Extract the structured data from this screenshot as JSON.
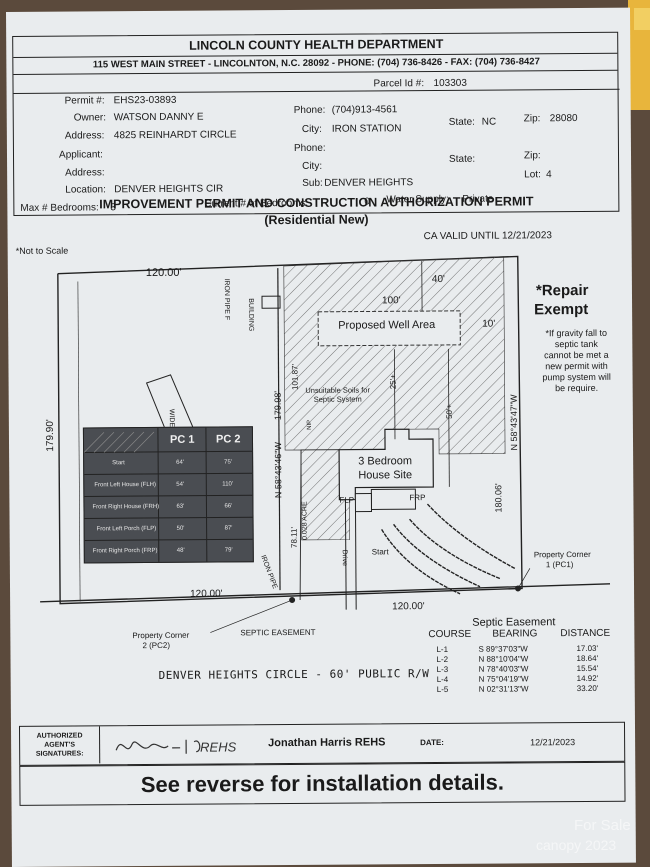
{
  "header": {
    "department": "LINCOLN COUNTY HEALTH DEPARTMENT",
    "address_line": "115 WEST MAIN STREET - LINCOLNTON, N.C. 28092 - PHONE: (704) 736-8426 - FAX: (704) 736-8427"
  },
  "permit": {
    "permit_label": "Permit #:",
    "permit_no": "EHS23-03893",
    "parcel_label": "Parcel Id #:",
    "parcel_no": "103303",
    "owner_label": "Owner:",
    "owner": "WATSON DANNY E",
    "phone_label": "Phone:",
    "phone": "(704)913-4561",
    "address_label": "Address:",
    "address": "4825 REINHARDT CIRCLE",
    "city_label": "City:",
    "city": "IRON STATION",
    "state_label": "State:",
    "state": "NC",
    "zip_label": "Zip:",
    "zip": "28080",
    "applicant_label": "Applicant:",
    "phone2_label": "Phone:",
    "address2_label": "Address:",
    "city2_label": "City:",
    "state2_label": "State:",
    "zip2_label": "Zip:",
    "location_label": "Location:",
    "location": "DENVER HEIGHTS CIR",
    "sub_label": "Sub:",
    "sub": "DENVER HEIGHTS",
    "lot_label": "Lot:",
    "lot": "4",
    "max_bed_label": "Max # Bedrooms:",
    "max_bed": "3",
    "cur_bed_label": "Current # of Bedrooms:",
    "cur_bed": "0",
    "water_label": "Water Supply:",
    "water": "Private"
  },
  "title": {
    "main": "IMPROVEMENT PERMIT AND CONSTRUCTION AUTHORIZATION PERMIT",
    "sub": "(Residential New)"
  },
  "site": {
    "not_to_scale": "*Not to Scale",
    "ca_valid": "CA VALID UNTIL 12/21/2023",
    "top_dim": "120.00'",
    "bottom_dim_left": "120.00'",
    "bottom_dim_right": "120.00'",
    "left_dim": "179.90'",
    "right_dim": "180.06'",
    "iron_pipe": "IRON PIPE F",
    "iron_pipe2": "IRON PIPE",
    "building": "BUILDING",
    "repair_exempt_1": "*Repair",
    "repair_exempt_2": "Exempt",
    "gravity_note": [
      "*If gravity fall to",
      "septic tank",
      "cannot be met a",
      "new permit with",
      "pump system will",
      "be require."
    ],
    "well_area": "Proposed Well Area",
    "dim_40": "40'",
    "dim_100": "100'",
    "dim_10": "10'",
    "dim_25": "25'+",
    "dim_50": "50'+",
    "unsuitable": "Unsuitable Soils for Septic System",
    "house_1": "3 Bedroom",
    "house_2": "House Site",
    "flp": "FLP",
    "frp": "FRP",
    "start": "Start",
    "bearing_n_left": "N 58°43'46\"W",
    "dim_179": "179.98'",
    "dim_101": "101.87'",
    "bearing_n_right": "N 58°43'47\"W",
    "dim_78": "78.11'",
    "acre": "0.028 ACRE",
    "drive": "Drive",
    "nip": "NIP",
    "pc1_1": "Property Corner",
    "pc1_2": "1 (PC1)",
    "pc2_1": "Property Corner",
    "pc2_2": "2 (PC2)",
    "septic_easement": "SEPTIC EASEMENT",
    "septic_easement_title": "Septic Easement",
    "road": "DENVER HEIGHTS CIRCLE - 60' PUBLIC R/W",
    "wide": "WIDE"
  },
  "pc_table": {
    "headers": [
      "PC 1",
      "PC 2"
    ],
    "rows": [
      {
        "label": "Start",
        "pc1": "64'",
        "pc2": "75'"
      },
      {
        "label": "Front Left House (FLH)",
        "pc1": "54'",
        "pc2": "110'"
      },
      {
        "label": "Front Right House (FRH)",
        "pc1": "63'",
        "pc2": "66'"
      },
      {
        "label": "Front Left Porch (FLP)",
        "pc1": "50'",
        "pc2": "87'"
      },
      {
        "label": "Front Right Porch (FRP)",
        "pc1": "48'",
        "pc2": "79'"
      }
    ]
  },
  "course_table": {
    "headers": [
      "COURSE",
      "BEARING",
      "DISTANCE"
    ],
    "rows": [
      {
        "course": "L-1",
        "bearing": "S 89°37'03\"W",
        "distance": "17.03'"
      },
      {
        "course": "L-2",
        "bearing": "N 88°10'04\"W",
        "distance": "18.64'"
      },
      {
        "course": "L-3",
        "bearing": "N 78°40'03\"W",
        "distance": "15.54'"
      },
      {
        "course": "L-4",
        "bearing": "N 75°04'19\"W",
        "distance": "14.92'"
      },
      {
        "course": "L-5",
        "bearing": "N 02°31'13\"W",
        "distance": "33.20'"
      }
    ]
  },
  "signature": {
    "label_1": "AUTHORIZED",
    "label_2": "AGENT'S",
    "label_3": "SIGNATURES:",
    "name": "Jonathan Harris REHS",
    "date_label": "DATE:",
    "date": "12/21/2023"
  },
  "footer": {
    "install_note": "See reverse for installation details."
  },
  "watermark": {
    "for_sale": "For Sale",
    "canopy": "canopy 2023"
  }
}
